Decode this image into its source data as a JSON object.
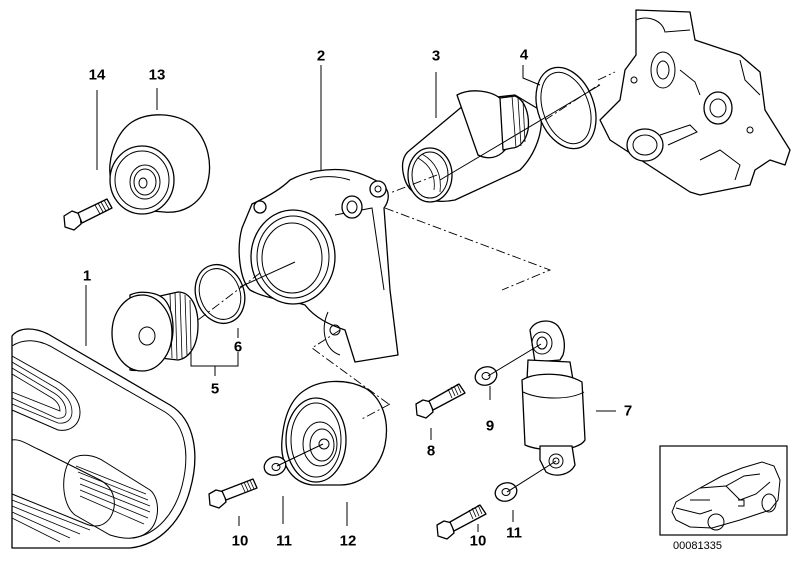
{
  "diagram": {
    "title": "Belt tensioner assembly exploded parts diagram",
    "reference_number": "00081335",
    "callouts": [
      {
        "number": "1",
        "part": "ribbed-belt"
      },
      {
        "number": "2",
        "part": "tensioner-bracket"
      },
      {
        "number": "3",
        "part": "threaded-sleeve"
      },
      {
        "number": "4",
        "part": "o-ring-large"
      },
      {
        "number": "5",
        "part": "pulley-with-screw-plug"
      },
      {
        "number": "6",
        "part": "o-ring-small"
      },
      {
        "number": "7",
        "part": "hydraulic-tensioner"
      },
      {
        "number": "8",
        "part": "hex-bolt"
      },
      {
        "number": "9",
        "part": "washer"
      },
      {
        "number": "10",
        "part": "hex-bolt"
      },
      {
        "number": "11",
        "part": "washer"
      },
      {
        "number": "12",
        "part": "guide-pulley"
      },
      {
        "number": "13",
        "part": "idler-pulley"
      },
      {
        "number": "14",
        "part": "hex-bolt"
      },
      {
        "number": "10",
        "part": "hex-bolt"
      },
      {
        "number": "11",
        "part": "washer"
      }
    ],
    "thumbnail": {
      "subject": "car-sedan-outline"
    }
  }
}
